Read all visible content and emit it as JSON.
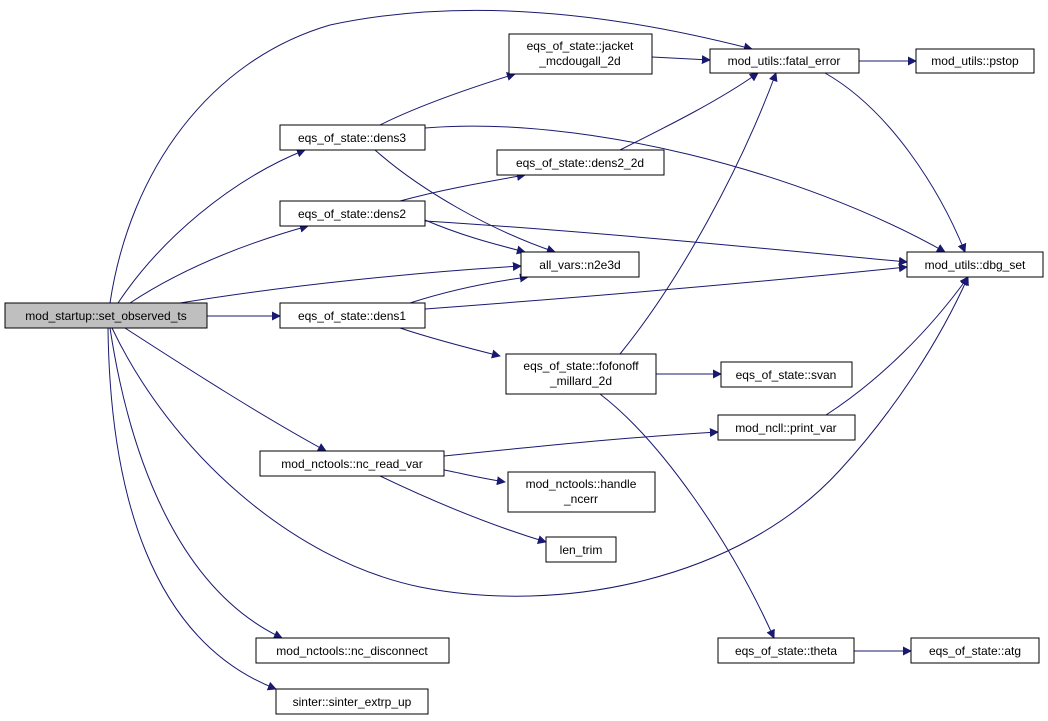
{
  "graph": {
    "edge_color": "#191970",
    "root_fill": "#bfbfbf",
    "nodes": {
      "set_observed_ts": [
        "mod_startup::set_observed_ts"
      ],
      "jacket": [
        "eqs_of_state::jacket",
        "_mcdougall_2d"
      ],
      "fatal_error": [
        "mod_utils::fatal_error"
      ],
      "pstop": [
        "mod_utils::pstop"
      ],
      "dens3": [
        "eqs_of_state::dens3"
      ],
      "dens2_2d": [
        "eqs_of_state::dens2_2d"
      ],
      "dens2": [
        "eqs_of_state::dens2"
      ],
      "n2e3d": [
        "all_vars::n2e3d"
      ],
      "dbg_set": [
        "mod_utils::dbg_set"
      ],
      "dens1": [
        "eqs_of_state::dens1"
      ],
      "fofonoff": [
        "eqs_of_state::fofonoff",
        "_millard_2d"
      ],
      "svan": [
        "eqs_of_state::svan"
      ],
      "print_var": [
        "mod_ncll::print_var"
      ],
      "nc_read_var": [
        "mod_nctools::nc_read_var"
      ],
      "handle_ncerr": [
        "mod_nctools::handle",
        "_ncerr"
      ],
      "len_trim": [
        "len_trim"
      ],
      "nc_disconnect": [
        "mod_nctools::nc_disconnect"
      ],
      "sinter_extrp_up": [
        "sinter::sinter_extrp_up"
      ],
      "theta": [
        "eqs_of_state::theta"
      ],
      "atg": [
        "eqs_of_state::atg"
      ]
    },
    "edges": [
      [
        "set_observed_ts",
        "fatal_error"
      ],
      [
        "set_observed_ts",
        "dens3"
      ],
      [
        "set_observed_ts",
        "dens2"
      ],
      [
        "set_observed_ts",
        "n2e3d"
      ],
      [
        "set_observed_ts",
        "dens1"
      ],
      [
        "set_observed_ts",
        "nc_read_var"
      ],
      [
        "set_observed_ts",
        "dbg_set"
      ],
      [
        "set_observed_ts",
        "nc_disconnect"
      ],
      [
        "set_observed_ts",
        "sinter_extrp_up"
      ],
      [
        "dens3",
        "jacket"
      ],
      [
        "dens3",
        "n2e3d"
      ],
      [
        "dens3",
        "dbg_set"
      ],
      [
        "jacket",
        "fatal_error"
      ],
      [
        "fatal_error",
        "pstop"
      ],
      [
        "fatal_error",
        "dbg_set"
      ],
      [
        "dens2",
        "dens2_2d"
      ],
      [
        "dens2",
        "n2e3d"
      ],
      [
        "dens2",
        "dbg_set"
      ],
      [
        "dens2_2d",
        "fatal_error"
      ],
      [
        "dens1",
        "n2e3d"
      ],
      [
        "dens1",
        "fofonoff"
      ],
      [
        "dens1",
        "dbg_set"
      ],
      [
        "fofonoff",
        "fatal_error"
      ],
      [
        "fofonoff",
        "svan"
      ],
      [
        "fofonoff",
        "theta"
      ],
      [
        "nc_read_var",
        "print_var"
      ],
      [
        "nc_read_var",
        "handle_ncerr"
      ],
      [
        "nc_read_var",
        "len_trim"
      ],
      [
        "print_var",
        "dbg_set"
      ],
      [
        "theta",
        "atg"
      ]
    ]
  }
}
